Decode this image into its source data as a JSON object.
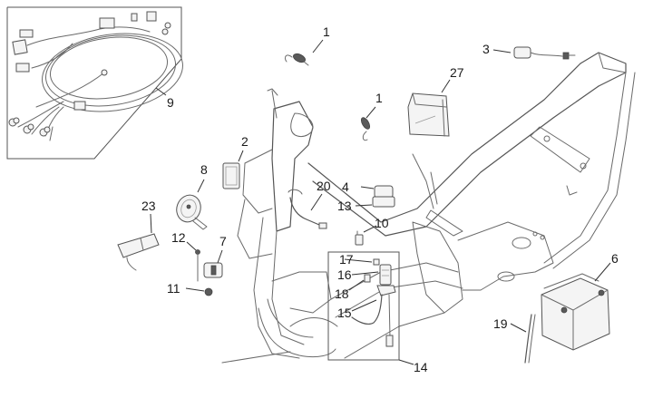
{
  "diagram": {
    "title": "Frame electrical components exploded view",
    "callouts": [
      {
        "id": "c1a",
        "label": "1",
        "part": "bulb-socket-upper"
      },
      {
        "id": "c1b",
        "label": "1",
        "part": "bulb-socket-lower"
      },
      {
        "id": "c2",
        "label": "2",
        "part": "relay-box"
      },
      {
        "id": "c3",
        "label": "3",
        "part": "sensor-with-lead"
      },
      {
        "id": "c4",
        "label": "4",
        "part": "relay"
      },
      {
        "id": "c6",
        "label": "6",
        "part": "battery"
      },
      {
        "id": "c7",
        "label": "7",
        "part": "rectifier-regulator"
      },
      {
        "id": "c8",
        "label": "8",
        "part": "horn"
      },
      {
        "id": "c9",
        "label": "9",
        "part": "main-wiring-harness"
      },
      {
        "id": "c10",
        "label": "10",
        "part": "switch"
      },
      {
        "id": "c11",
        "label": "11",
        "part": "nut"
      },
      {
        "id": "c12",
        "label": "12",
        "part": "screw"
      },
      {
        "id": "c13",
        "label": "13",
        "part": "relay-holder"
      },
      {
        "id": "c14",
        "label": "14",
        "part": "starter-relay-kit"
      },
      {
        "id": "c15",
        "label": "15",
        "part": "cable"
      },
      {
        "id": "c16",
        "label": "16",
        "part": "starter-relay"
      },
      {
        "id": "c17",
        "label": "17",
        "part": "fuse-cap"
      },
      {
        "id": "c18",
        "label": "18",
        "part": "fuse"
      },
      {
        "id": "c19",
        "label": "19",
        "part": "battery-strap"
      },
      {
        "id": "c20",
        "label": "20",
        "part": "wire-lead"
      },
      {
        "id": "c23",
        "label": "23",
        "part": "control-unit"
      },
      {
        "id": "c27",
        "label": "27",
        "part": "document-pouch"
      }
    ]
  }
}
